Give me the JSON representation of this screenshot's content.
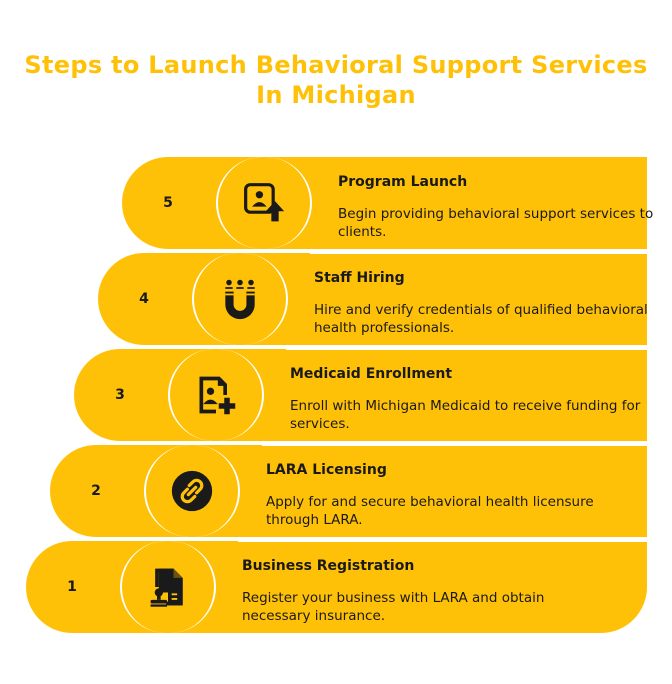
{
  "title": {
    "line1": "Steps to Launch Behavioral Support Services",
    "line2": "In Michigan"
  },
  "steps": [
    {
      "number": "1",
      "title": "Business Registration",
      "description": "Register your business with LARA and obtain necessary insurance.",
      "icon": "document-stamp-icon"
    },
    {
      "number": "2",
      "title": "LARA Licensing",
      "description": "Apply for and secure behavioral health licensure through LARA.",
      "icon": "link-circle-icon"
    },
    {
      "number": "3",
      "title": "Medicaid Enrollment",
      "description": "Enroll with Michigan Medicaid to receive funding for services.",
      "icon": "user-card-plus-icon"
    },
    {
      "number": "4",
      "title": "Staff Hiring",
      "description": "Hire and verify credentials of qualified behavioral health professionals.",
      "icon": "magnet-people-icon"
    },
    {
      "number": "5",
      "title": "Program Launch",
      "description": "Begin providing behavioral support services to clients.",
      "icon": "user-card-upload-icon"
    }
  ],
  "colors": {
    "accent": "#FFC107",
    "text": "#1A1A1A",
    "background": "#FFFFFF"
  }
}
